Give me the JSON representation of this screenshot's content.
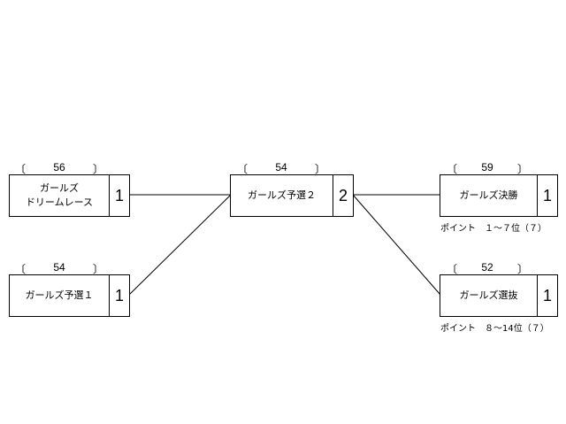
{
  "nodes": [
    {
      "id": "dream",
      "label_lines": [
        "ガールズ",
        "ドリームレース"
      ],
      "count": "1",
      "capacity": "56",
      "note": ""
    },
    {
      "id": "prelim1",
      "label_lines": [
        "ガールズ予選１"
      ],
      "count": "1",
      "capacity": "54",
      "note": ""
    },
    {
      "id": "prelim2",
      "label_lines": [
        "ガールズ予選２"
      ],
      "count": "2",
      "capacity": "54",
      "note": ""
    },
    {
      "id": "final",
      "label_lines": [
        "ガールズ決勝"
      ],
      "count": "1",
      "capacity": "59",
      "note": "ポイント　１～７位（７）"
    },
    {
      "id": "selection",
      "label_lines": [
        "ガールズ選抜"
      ],
      "count": "1",
      "capacity": "52",
      "note": "ポイント　８～14位（７）"
    }
  ],
  "bracket_left": "〔",
  "bracket_right": "〕",
  "edges": [
    {
      "from": "dream",
      "to": "prelim2"
    },
    {
      "from": "prelim1",
      "to": "prelim2"
    },
    {
      "from": "prelim2",
      "to": "final"
    },
    {
      "from": "prelim2",
      "to": "selection"
    }
  ]
}
